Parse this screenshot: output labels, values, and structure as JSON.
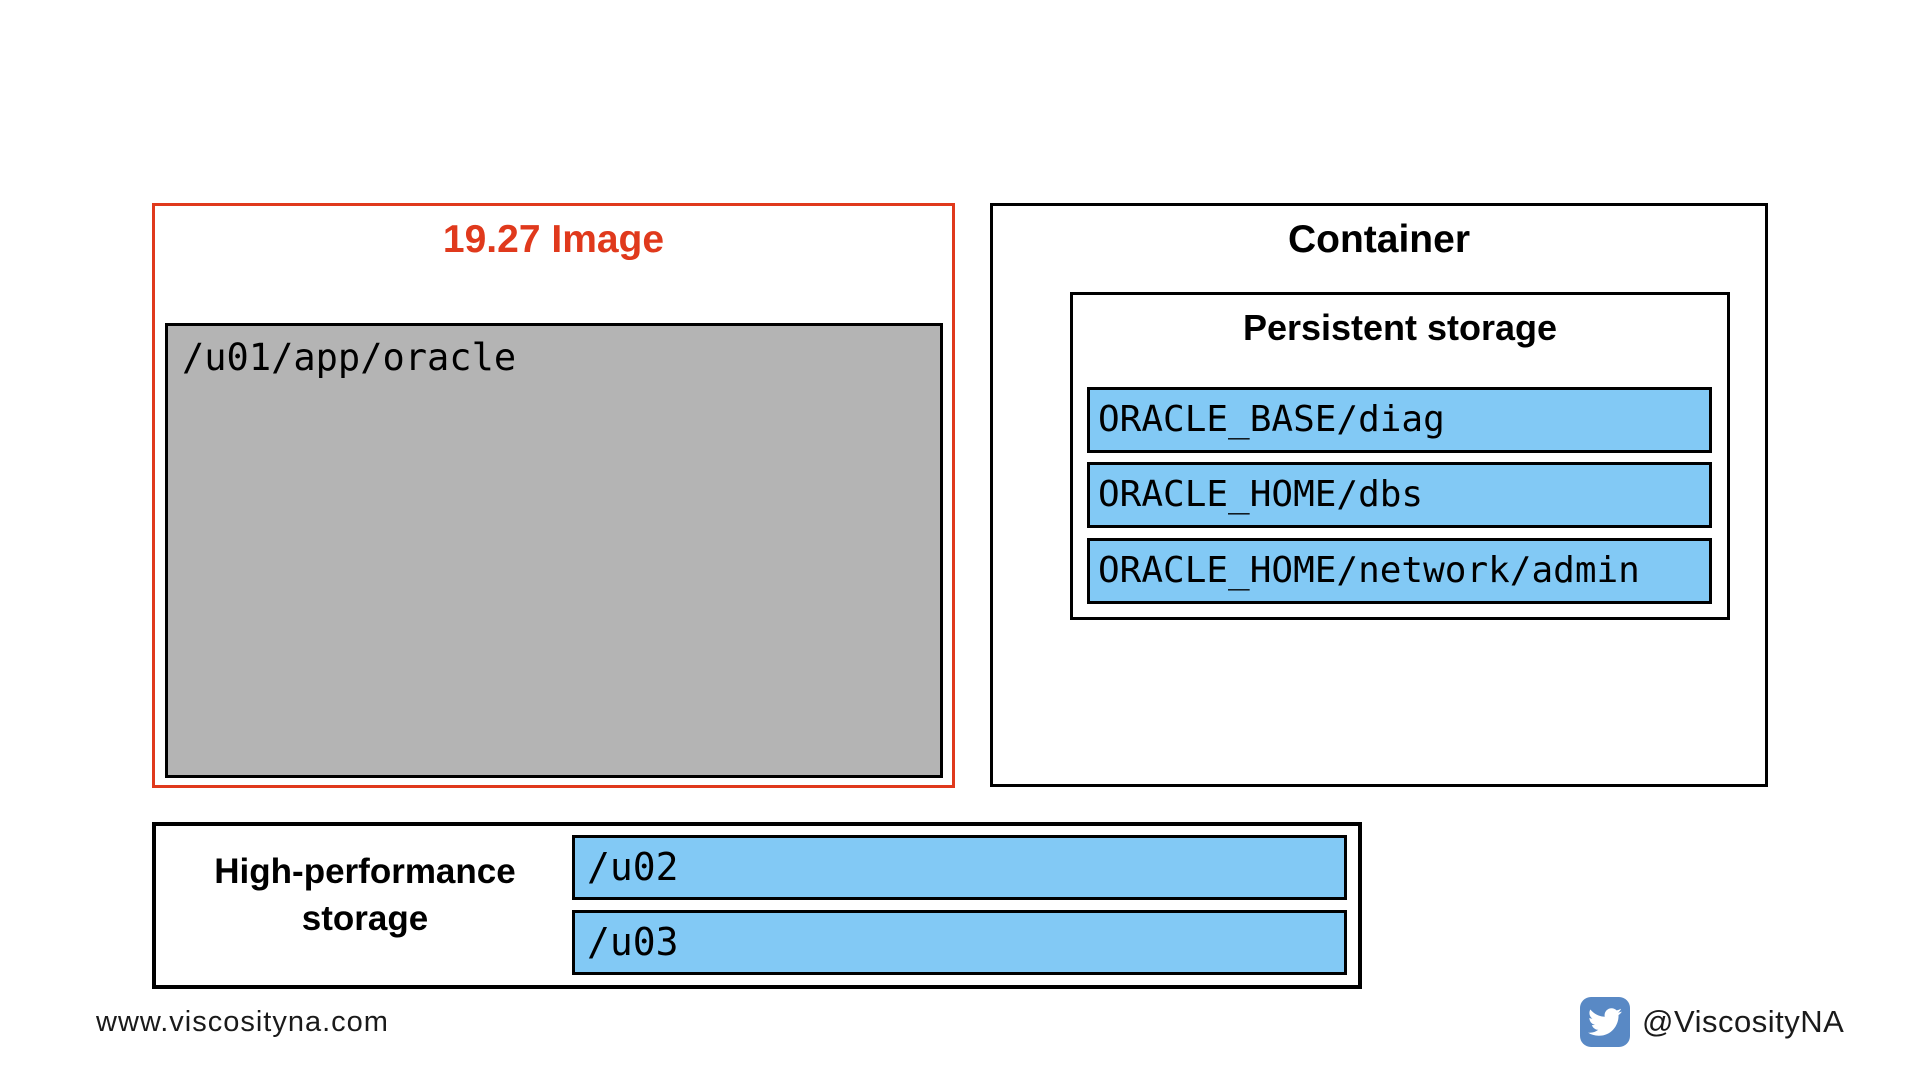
{
  "image_box": {
    "title": "19.27 Image",
    "volume": "/u01/app/oracle"
  },
  "container_box": {
    "title": "Container",
    "persistent": {
      "title": "Persistent storage",
      "items": [
        "ORACLE_BASE/diag",
        "ORACLE_HOME/dbs",
        "ORACLE_HOME/network/admin"
      ]
    }
  },
  "storage_box": {
    "label_lines": [
      "High-performance",
      "storage"
    ],
    "volumes": [
      "/u02",
      "/u03"
    ]
  },
  "footer": {
    "website": "www.viscosityna.com",
    "twitter_handle": "@ViscosityNA",
    "twitter_icon": "twitter-bird-icon"
  },
  "colors": {
    "accent_red": "#E0391C",
    "light_blue": "#82C9F5",
    "gray_fill": "#B4B4B4",
    "twitter_blue": "#5989C5",
    "text_black": "#141414"
  }
}
